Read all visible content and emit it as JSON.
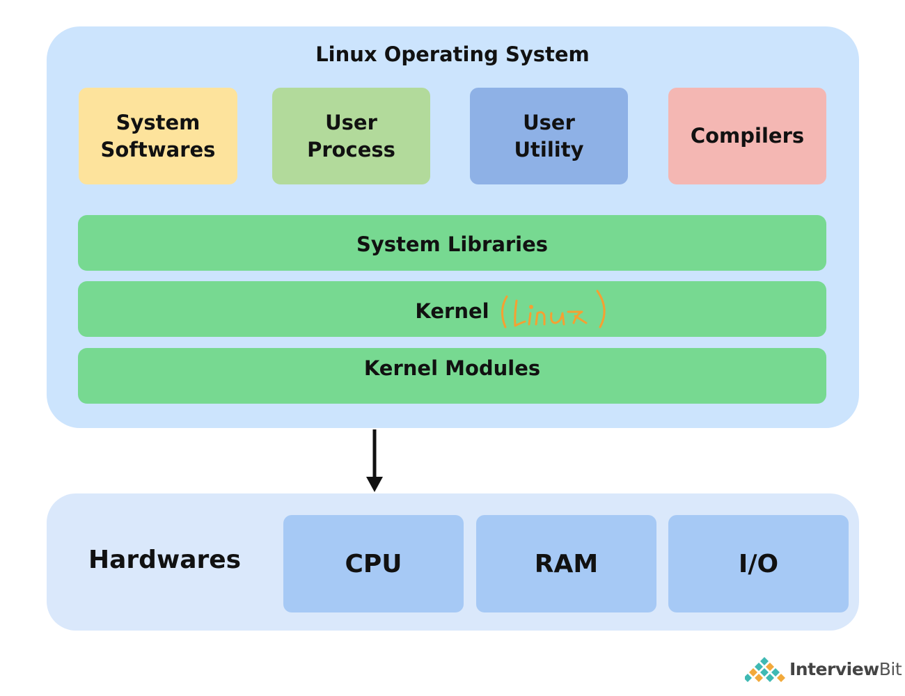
{
  "diagram": {
    "os_panel": {
      "title": "Linux Operating System",
      "color": "#cce4fd"
    },
    "top_tiles": [
      {
        "label": "System\nSoftwares",
        "color": "#fde39c"
      },
      {
        "label": "User\nProcess",
        "color": "#b2da9b"
      },
      {
        "label": "User\nUtility",
        "color": "#8eb1e6"
      },
      {
        "label": "Compilers",
        "color": "#f4b7b3"
      }
    ],
    "layers": [
      {
        "label": "System Libraries"
      },
      {
        "label": "Kernel",
        "handwritten_note": "(Linux)",
        "note_color": "#f5a032"
      },
      {
        "label": "Kernel Modules"
      }
    ],
    "layer_color": "#77d991",
    "arrow": {
      "direction": "down",
      "color": "#111111"
    },
    "hardware_panel": {
      "label": "Hardwares",
      "color": "#dae8fb",
      "box_color": "#a6c9f5",
      "items": [
        "CPU",
        "RAM",
        "I/O"
      ]
    }
  },
  "branding": {
    "logo_text_part1": "Interview",
    "logo_text_part2": "Bit",
    "logo_icon": "triangle-dots-logo-icon"
  }
}
